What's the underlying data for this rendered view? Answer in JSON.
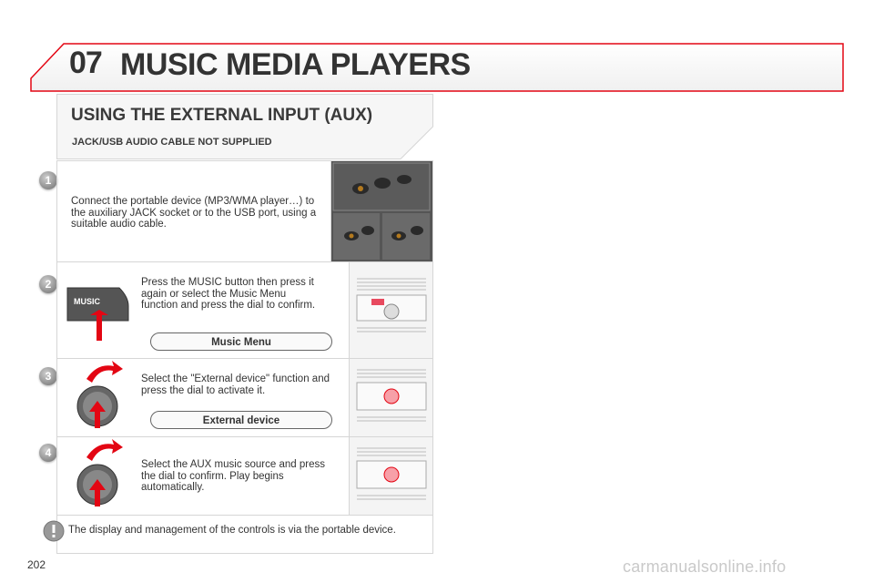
{
  "header": {
    "chapter": "07",
    "title": "MUSIC MEDIA PLAYERS"
  },
  "section": {
    "title": "USING THE EXTERNAL INPUT (AUX)",
    "subtitle": "JACK/USB AUDIO CABLE NOT SUPPLIED"
  },
  "steps": [
    {
      "number": "1",
      "text": "Connect the portable device (MP3/WMA player…) to the auxiliary JACK socket or to the USB port, using a suitable audio cable."
    },
    {
      "number": "2",
      "text": "Press the MUSIC button then press it again or select the Music Menu function and press the dial to confirm.",
      "menu": "Music Menu",
      "button_label": "MUSIC"
    },
    {
      "number": "3",
      "text": "Select the \"External device\" function and press the dial to activate it.",
      "menu": "External device"
    },
    {
      "number": "4",
      "text": "Select the AUX music source and press the dial to confirm. Play begins automatically."
    }
  ],
  "note": {
    "icon": "warning-icon",
    "text": "The display and management of the controls is via the portable device."
  },
  "page_number": "202",
  "watermark": "carmanualsonline.info",
  "colors": {
    "accent": "#e30613",
    "badge": "#8a8a8a",
    "border": "#d6d6d6"
  }
}
